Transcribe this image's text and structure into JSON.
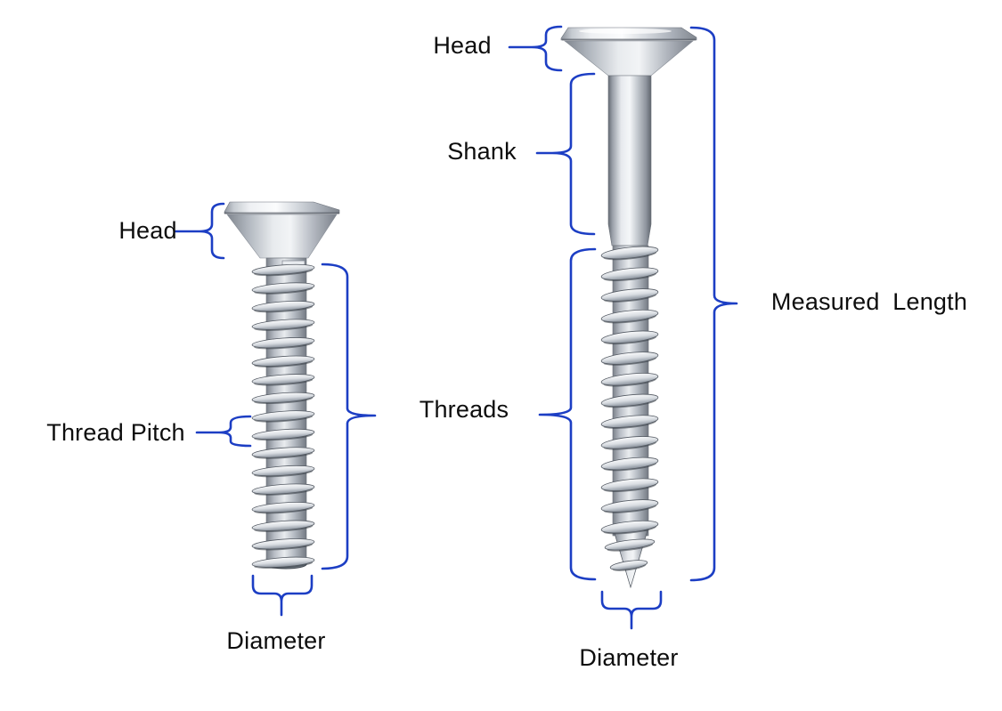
{
  "labels": {
    "left_head": "Head",
    "thread_pitch": "Thread Pitch",
    "left_diameter": "Diameter",
    "right_head": "Head",
    "shank": "Shank",
    "threads": "Threads",
    "measured_length": "Measured Length",
    "right_diameter": "Diameter"
  },
  "colors": {
    "background": "#ffffff",
    "annotation_line": "#1c3ec4",
    "label_text": "#0d0d0d"
  }
}
